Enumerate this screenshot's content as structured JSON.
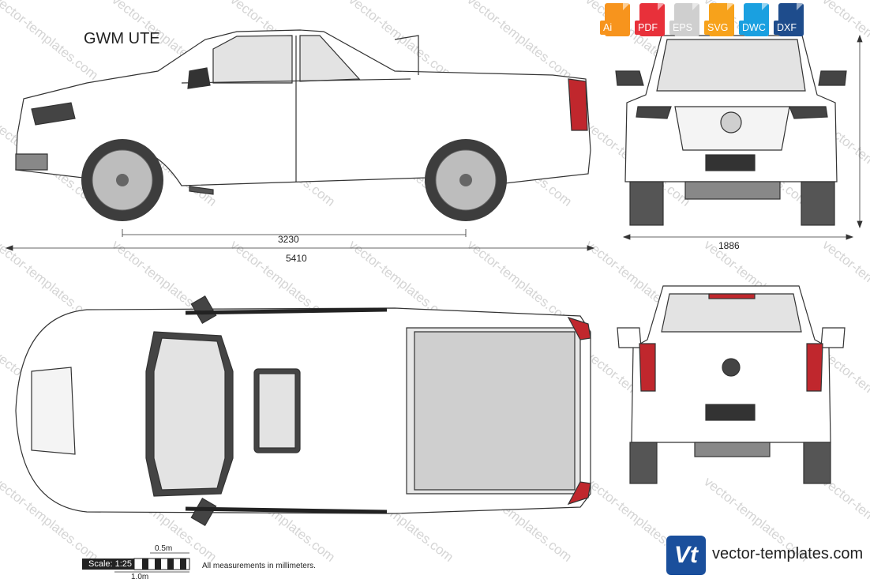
{
  "title": "GWM UTE",
  "formats": [
    {
      "label": "Ai",
      "color": "#f7941d",
      "icon": "ai-file-icon"
    },
    {
      "label": "PDF",
      "color": "#e8303a",
      "icon": "pdf-file-icon"
    },
    {
      "label": "EPS",
      "color": "#cfcfcf",
      "icon": "eps-file-icon"
    },
    {
      "label": "SVG",
      "color": "#f7a21b",
      "icon": "svg-file-icon"
    },
    {
      "label": "DWC",
      "color": "#1aa0e0",
      "icon": "dwg-file-icon"
    },
    {
      "label": "DXF",
      "color": "#1e4c8c",
      "icon": "dxf-file-icon"
    }
  ],
  "dimensions": {
    "wheelbase": "3230",
    "length": "5410",
    "width": "1886"
  },
  "scale": {
    "label": "Scale: 1:25",
    "half": "0.5m",
    "full": "1.0m",
    "note": "All measurements in millimeters."
  },
  "watermark": "vector-templates.com",
  "brand": {
    "logo": "Vt",
    "name": "vector-templates.com"
  }
}
